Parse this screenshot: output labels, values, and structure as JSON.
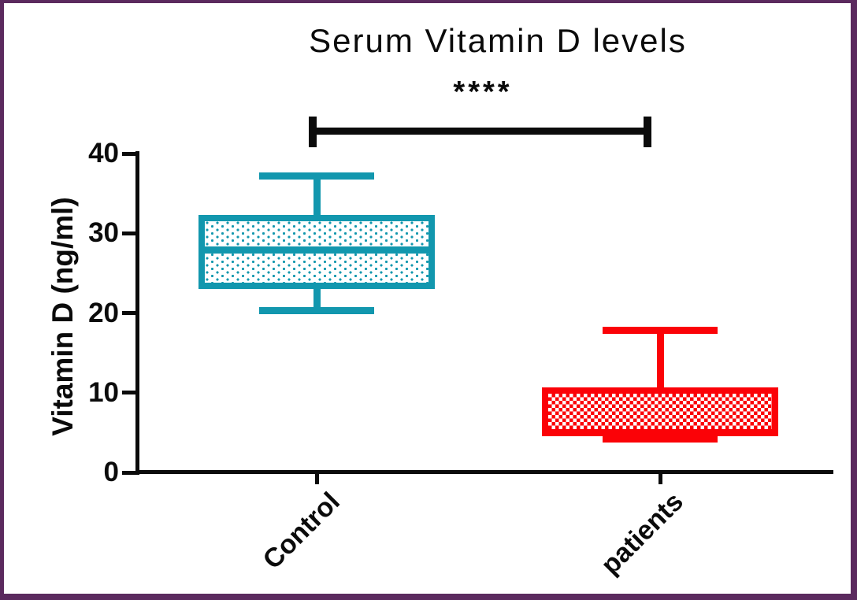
{
  "frame": {
    "border_color": "#5b2a5e",
    "background_color": "#ffffff"
  },
  "chart_data": {
    "type": "box",
    "title": "Serum Vitamin D levels",
    "ylabel": "Vitamin D (ng/ml)",
    "xlabel": "",
    "categories": [
      "Control",
      "patients"
    ],
    "yticks": [
      0,
      10,
      20,
      30,
      40
    ],
    "ylim": [
      0,
      40
    ],
    "grid": false,
    "legend_position": "none",
    "significance": {
      "label": "****",
      "between": [
        "Control",
        "patients"
      ]
    },
    "series": [
      {
        "name": "Control",
        "color": "#1297AE",
        "fill_pattern": "dots",
        "min": 20.3,
        "q1": 23.4,
        "median": 27.9,
        "q3": 31.9,
        "max": 37.2
      },
      {
        "name": "patients",
        "color": "#FB0207",
        "fill_pattern": "checker",
        "min": 4.2,
        "q1": 4.9,
        "median": 5.0,
        "q3": 10.3,
        "max": 17.8
      }
    ]
  }
}
